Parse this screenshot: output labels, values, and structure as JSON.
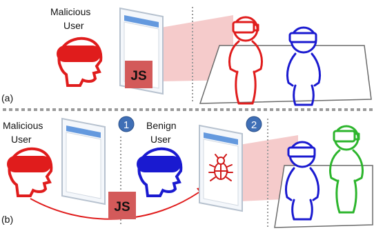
{
  "panel_a": {
    "label": "(a)",
    "malicious_user_line1": "Malicious",
    "malicious_user_line2": "User",
    "js_label": "JS"
  },
  "panel_b": {
    "label": "(b)",
    "malicious_user_line1": "Malicious",
    "malicious_user_line2": "User",
    "benign_user_line1": "Benign",
    "benign_user_line2": "User",
    "step_1": "1",
    "step_2": "2",
    "js_label": "JS"
  },
  "colors": {
    "malicious": "#e01c1c",
    "benign": "#1a1ad0",
    "other_user": "#2cb52c",
    "js_box": "#d35a5a",
    "beam": "#f2b9b9",
    "step_badge": "#3f6fb6",
    "divider": "#9a9a9a",
    "browser_bar": "#4a88d8"
  }
}
